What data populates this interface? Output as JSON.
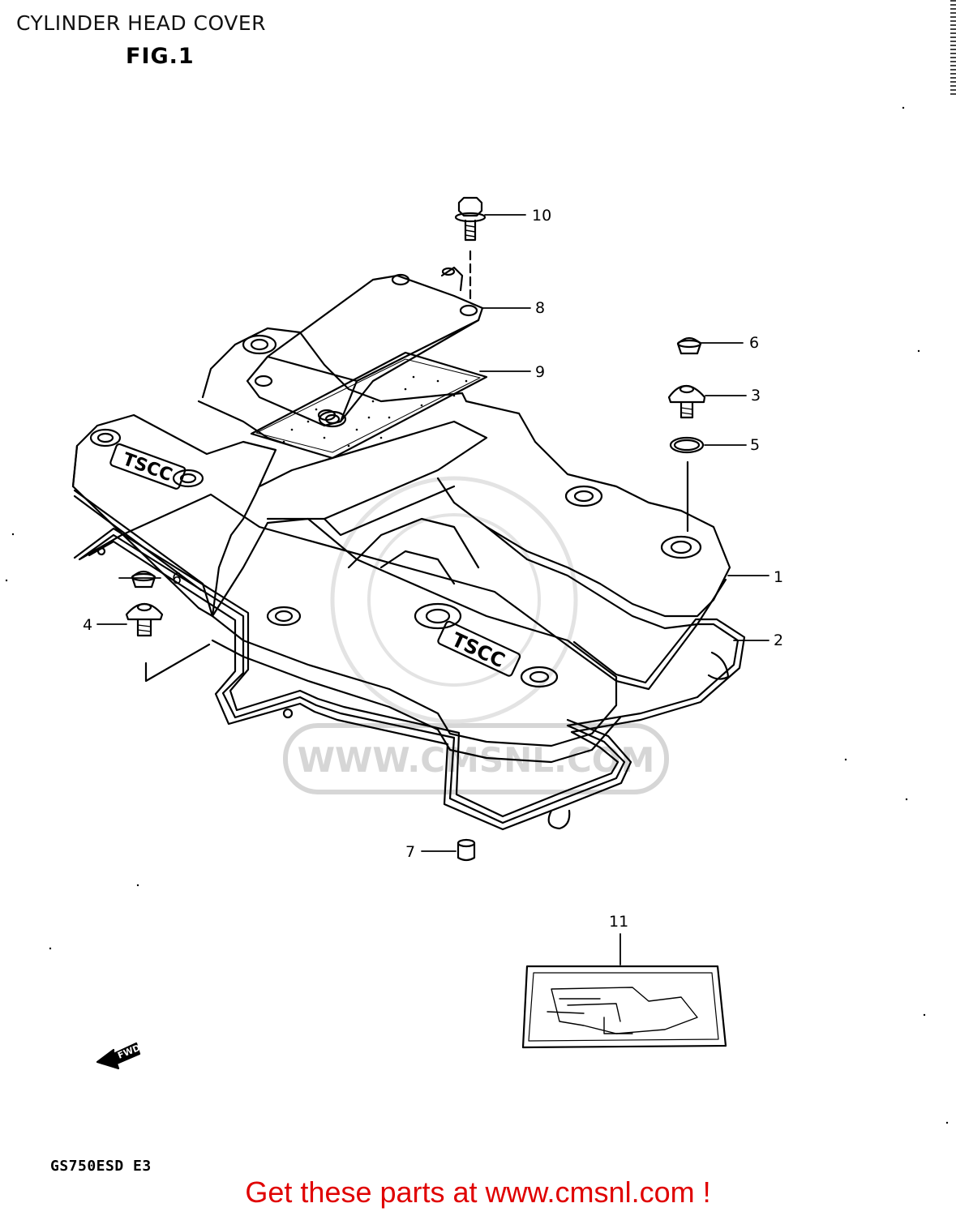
{
  "header": {
    "title": "CYLINDER HEAD COVER",
    "figure_label": "FIG.1"
  },
  "diagram": {
    "watermark_text": "WWW.CMSNL.COM",
    "direction_label": "FWD",
    "cover_emblem": "TSCC",
    "callouts": [
      {
        "id": "1",
        "label": "1"
      },
      {
        "id": "2",
        "label": "2"
      },
      {
        "id": "3",
        "label": "3"
      },
      {
        "id": "4",
        "label": "4"
      },
      {
        "id": "5",
        "label": "5"
      },
      {
        "id": "6a",
        "label": "6"
      },
      {
        "id": "6b",
        "label": "6"
      },
      {
        "id": "7",
        "label": "7"
      },
      {
        "id": "8",
        "label": "8"
      },
      {
        "id": "9",
        "label": "9"
      },
      {
        "id": "10",
        "label": "10"
      },
      {
        "id": "11",
        "label": "11"
      }
    ]
  },
  "footer": {
    "model_code": "GS750ESD  E3",
    "link_text": "Get these parts at www.cmsnl.com !"
  },
  "colors": {
    "line": "#000000",
    "footer_link": "#e00000",
    "watermark": "#d6d6d6"
  }
}
